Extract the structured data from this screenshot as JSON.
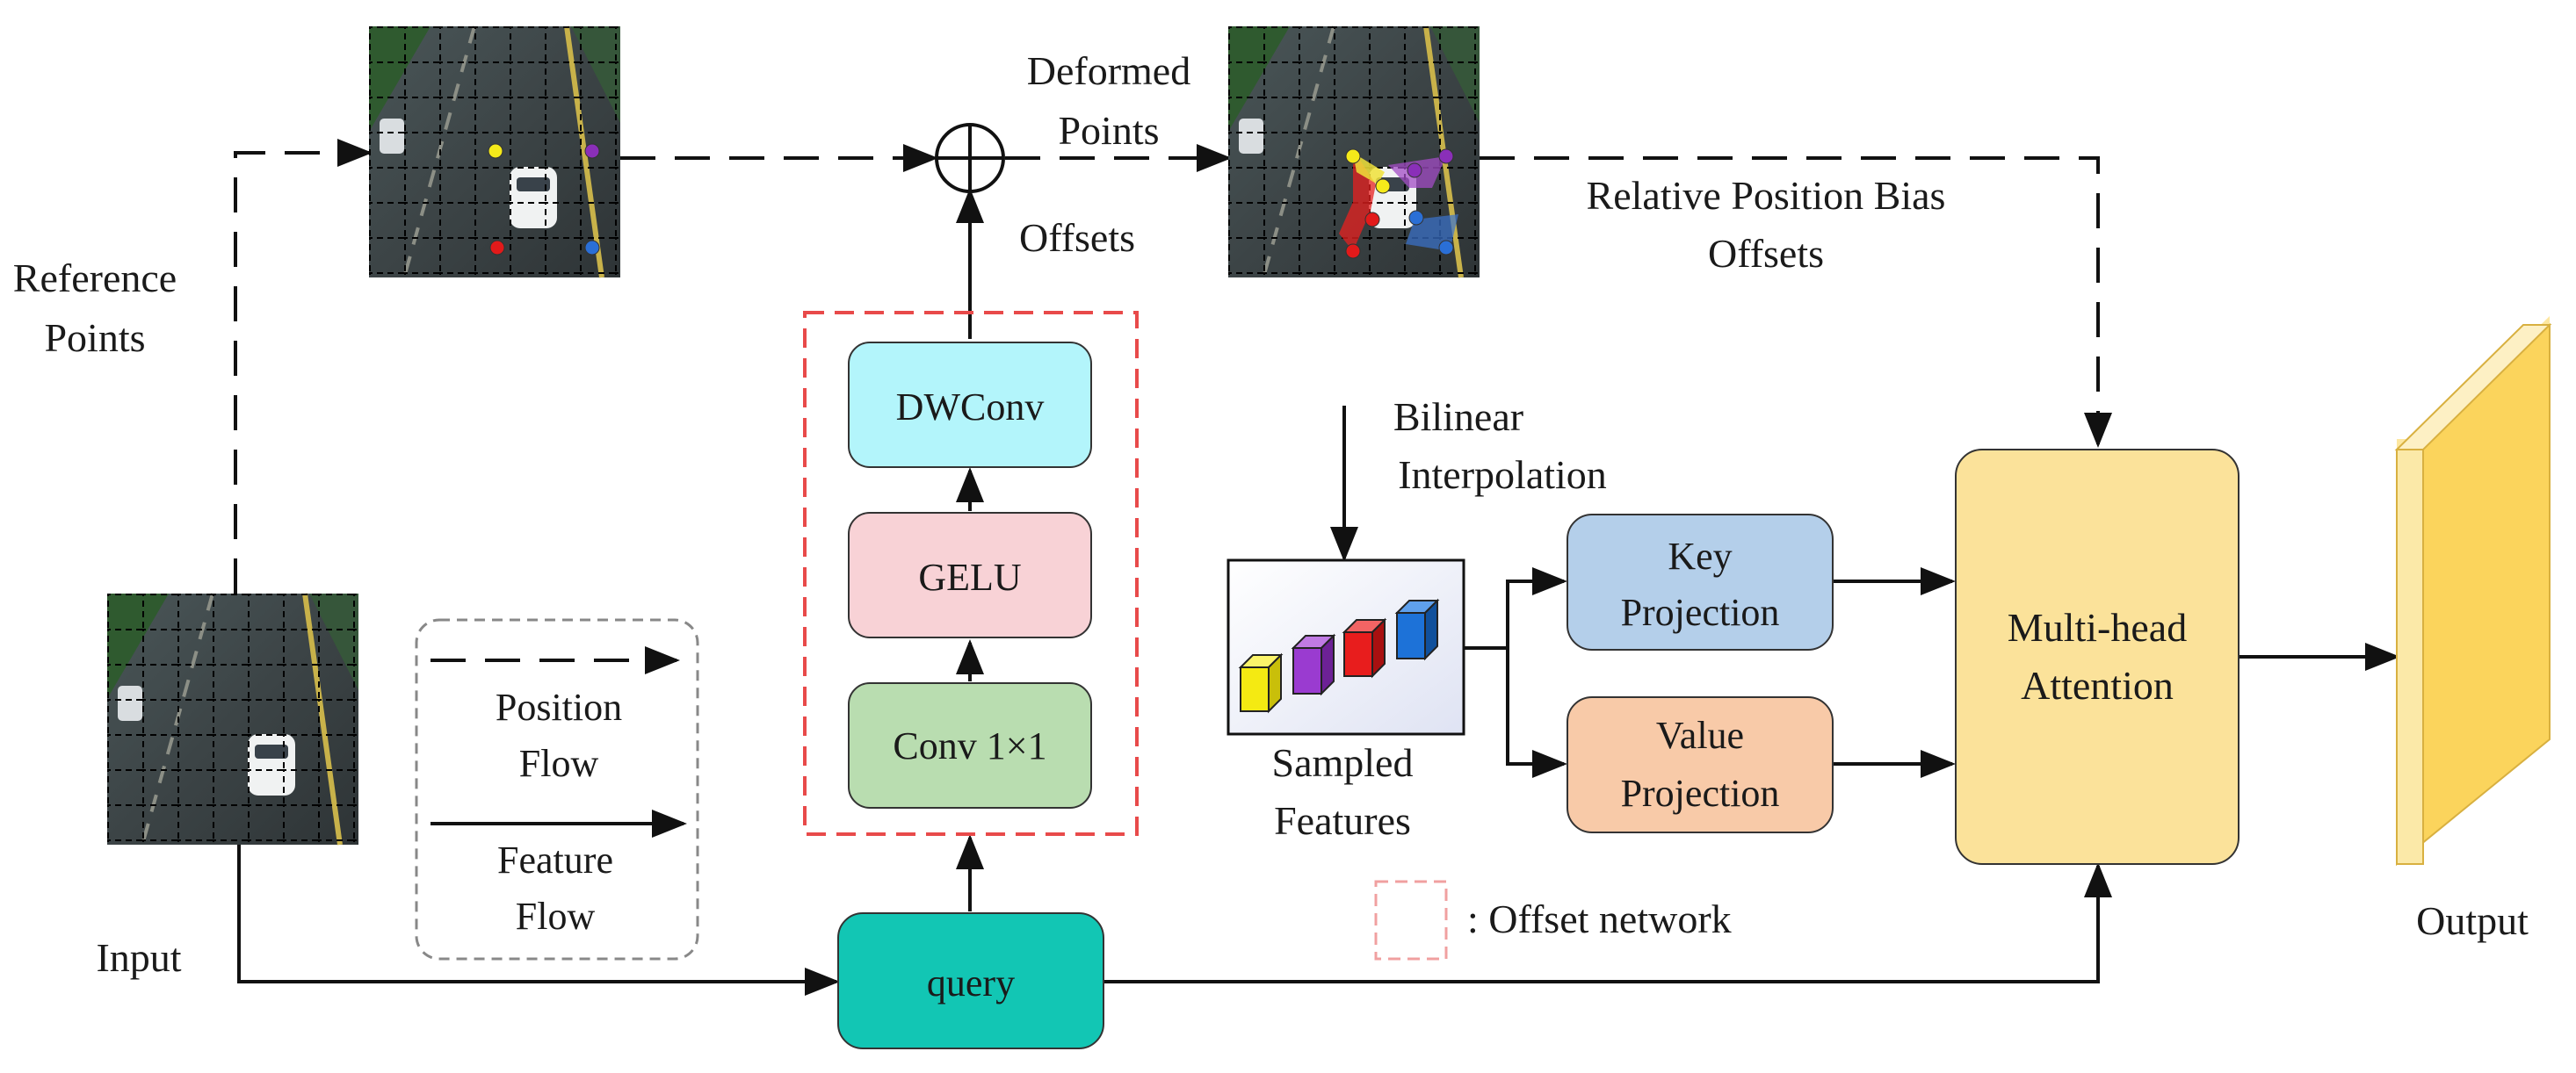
{
  "labels": {
    "reference_line1": "Reference",
    "reference_line2": "Points",
    "input": "Input",
    "deformed_line1": "Deformed",
    "deformed_line2": "Points",
    "offsets": "Offsets",
    "rpb_line1": "Relative Position Bias",
    "rpb_line2": "Offsets",
    "bilinear_line1": "Bilinear",
    "bilinear_line2": "Interpolation",
    "sampled_line1": "Sampled",
    "sampled_line2": "Features",
    "output": "Output"
  },
  "legend": {
    "position_line1": "Position",
    "position_line2": "Flow",
    "feature_line1": "Feature",
    "feature_line2": "Flow",
    "offset_network": ": Offset network"
  },
  "blocks": {
    "dwconv": "DWConv",
    "gelu": "GELU",
    "conv": "Conv 1×1",
    "query": "query",
    "key_line1": "Key",
    "key_line2": "Projection",
    "value_line1": "Value",
    "value_line2": "Projection",
    "mha_line1": "Multi-head",
    "mha_line2": "Attention"
  },
  "colors": {
    "dwconv": "#b3f5fb",
    "gelu": "#f8d2d6",
    "conv": "#b9ddb0",
    "query": "#12c6b4",
    "key": "#b4cfea",
    "value": "#f8caa8",
    "mha": "#fbe29a",
    "output_face": "#fbd45c",
    "offset_network_border": "#e84a4a"
  },
  "points": [
    "yellow",
    "purple",
    "red",
    "blue"
  ]
}
